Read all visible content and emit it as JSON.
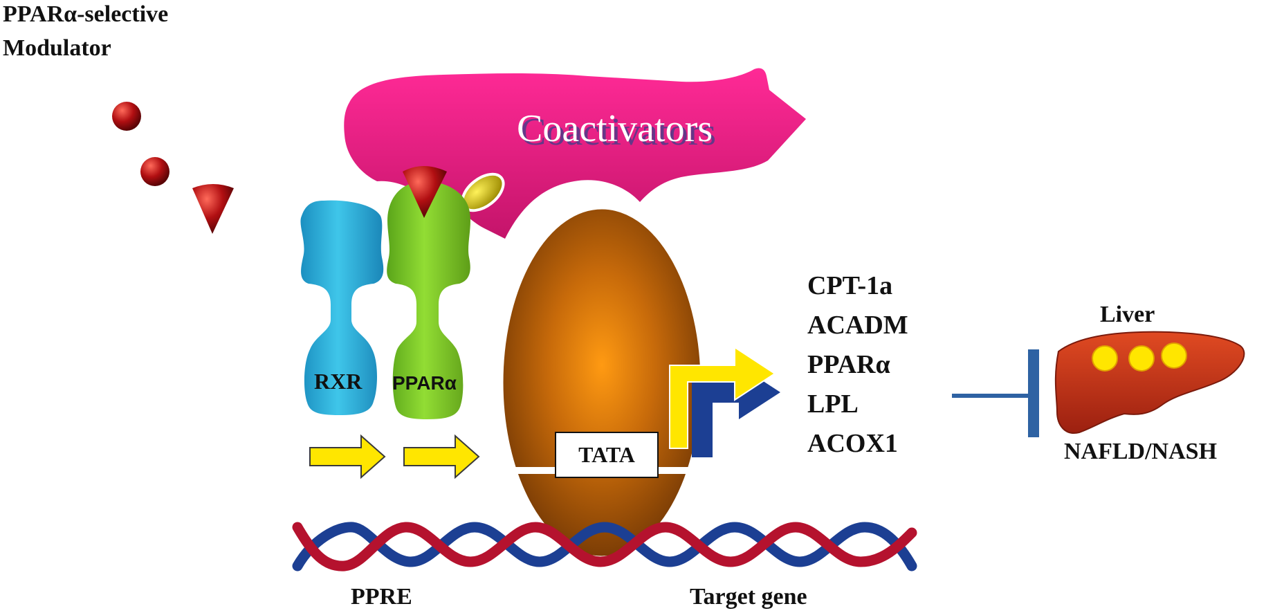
{
  "modulator": {
    "line1": "PPARα-selective",
    "line2": "Modulator"
  },
  "coactivators": "Coactivators",
  "receptors": {
    "rxr": "RXR",
    "ppara": "PPARα"
  },
  "promoter": "TATA",
  "genes": [
    "CPT-1a",
    "ACADM",
    "PPARα",
    "LPL",
    "ACOX1"
  ],
  "organ": {
    "name": "Liver",
    "disease": "NAFLD/NASH"
  },
  "dna": {
    "left": "PPRE",
    "right": "Target gene"
  },
  "colors": {
    "coactivator": "#e0197a",
    "rxr": "#1fa9d6",
    "ppara": "#76c424",
    "polymerase": "#b8620a",
    "ligand": "#b10f12",
    "arrow": "#ffe600",
    "dna_red": "#b5122e",
    "dna_blue": "#1c3f93",
    "inhibit": "#2e62a3",
    "liver": "#c9391a",
    "fat": "#ffe600"
  }
}
